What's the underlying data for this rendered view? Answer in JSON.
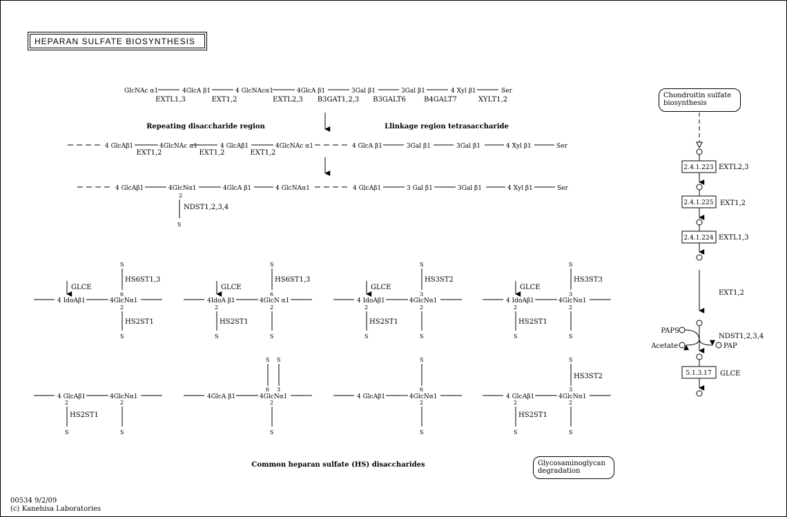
{
  "title": "HEPARAN SULFATE BIOSYNTHESIS",
  "footer": {
    "id_date": "00534 9/2/09",
    "copyright": "(c) Kanehisa Laboratories"
  },
  "maps": {
    "chondroitin": "Chondroitin sulfate\nbiosynthesis",
    "gag_degradation": "Glycosaminoglycan\ndegradation"
  },
  "sections": {
    "repeating": "Repeating disaccharide region",
    "linkage": "Llinkage region tetrasaccharide",
    "common": "Common heparan sulfate (HS) disaccharides"
  },
  "row1": {
    "residues": [
      "GlcNAc α1",
      "4GlcA β1",
      "4 GlcNAcα1",
      "4GlcA β1",
      "3Gal  β1",
      "3Gal β1",
      "4 Xyl  β1",
      "Ser"
    ],
    "enzymes": [
      "EXTL1,3",
      "EXT1,2",
      "EXTL2,3",
      "B3GAT1,2,3",
      "B3GALT6",
      "B4GALT7",
      "XYLT1,2"
    ]
  },
  "row2": {
    "residues": [
      "4 GlcAβ1",
      "4GlcNAc α1",
      "4 GlcAβ1",
      "4GlcNAc α1",
      "4 GlcA β1",
      "3Gal  β1",
      "3Gal β1",
      "4 Xyl  β1",
      "Ser"
    ],
    "enzymes": [
      "EXT1,2",
      "EXT1,2",
      "EXT1,2"
    ]
  },
  "row3": {
    "residues": [
      "4 GlcAβ1",
      "4GlcNα1",
      "4GlcA β1",
      "4 GlcNAα1",
      "4 GlcAβ1",
      "3 Gal β1",
      "3Gal β1",
      "4 Xyl β1",
      "Ser"
    ],
    "pos": "2",
    "s": "S",
    "enzyme": "NDST1,2,3,4"
  },
  "modified": [
    {
      "left": "4 IdoAβ1",
      "right": "4GlcNα1",
      "top_enzyme": "HS6ST1,3",
      "top_pos": "6",
      "bottom_enzyme": "HS2ST1",
      "epimerase": "GLCE"
    },
    {
      "left": "4IdoA β1",
      "right": "4GlcN α1",
      "top_enzyme": "HS6ST1,3",
      "top_pos": "6",
      "bottom_enzyme": "HS2ST1",
      "epimerase": "GLCE"
    },
    {
      "left": "4 IdoAβ1",
      "right": "4GlcNα1",
      "top_enzyme": "HS3ST2",
      "top_pos": "3",
      "bottom_enzyme": "HS2ST1",
      "epimerase": "GLCE"
    },
    {
      "left": "4 IdoAβ1",
      "right": "4GlcNα1",
      "top_enzyme": "HS3ST3",
      "top_pos": "3",
      "bottom_enzyme": "HS2ST1",
      "epimerase": "GLCE"
    }
  ],
  "common": [
    {
      "left": "4 GlcAβ1",
      "right": "4GlcNα1",
      "enzyme": "HS2ST1"
    },
    {
      "left": "4GlcA β1",
      "right": "4GlcNα1",
      "pos6": "6",
      "pos3": "3"
    },
    {
      "left": "4 GlcAβ1",
      "right": "4GlcNα1",
      "pos6": "6"
    },
    {
      "left": "4 GlcAβ1",
      "right": "4GlcNα1",
      "top_enzyme": "HS3ST2",
      "pos3": "3",
      "enzyme": "HS2ST1"
    }
  ],
  "labels": {
    "pos2": "2",
    "s": "S"
  },
  "pathway": {
    "ecs": [
      "2.4.1.223",
      "2.4.1.225",
      "2.4.1.224",
      "5.1.3.17"
    ],
    "genes": [
      "EXTL2,3",
      "EXT1,2",
      "EXTL1,3",
      "EXT1,2",
      "NDST1,2,3,4",
      "GLCE"
    ],
    "cofactors": {
      "paps": "PAPS",
      "acetate": "Acetate",
      "pap": "PAP"
    }
  }
}
